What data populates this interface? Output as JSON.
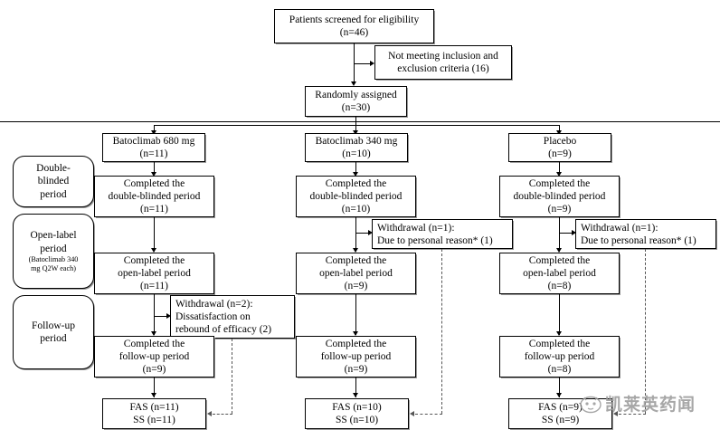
{
  "diagram": {
    "title_flow": "CONSORT participant flow diagram",
    "screening": {
      "lines": [
        "Patients screened for eligibility",
        "(n=46)"
      ]
    },
    "excluded": {
      "lines": [
        "Not meeting inclusion and",
        "exclusion criteria (16)"
      ]
    },
    "randomized": {
      "lines": [
        "Randomly assigned",
        "(n=30)"
      ]
    },
    "periods": [
      {
        "id": "double-blinded",
        "lines": [
          "Double-",
          "blinded",
          "period"
        ],
        "sub": []
      },
      {
        "id": "open-label",
        "lines": [
          "Open-label",
          "period"
        ],
        "sub": [
          "(Batoclimab 340",
          "mg Q2W each)"
        ]
      },
      {
        "id": "follow-up",
        "lines": [
          "Follow-up",
          "period"
        ],
        "sub": []
      }
    ],
    "arms": [
      {
        "id": "batoclimab-680",
        "allocation": {
          "lines": [
            "Batoclimab 680 mg",
            "(n=11)"
          ]
        },
        "double_blinded": {
          "lines": [
            "Completed the",
            "double-blinded period",
            "(n=11)"
          ]
        },
        "open_label": {
          "lines": [
            "Completed the",
            "open-label period",
            "(n=11)"
          ]
        },
        "follow_up": {
          "lines": [
            "Completed the",
            "follow-up period",
            "(n=9)"
          ]
        },
        "analysis": {
          "lines": [
            "FAS (n=11)",
            "SS (n=11)"
          ]
        },
        "withdrawal": {
          "lines": [
            "Withdrawal (n=2):",
            "Dissatisfaction on",
            "rebound of efficacy (2)"
          ]
        }
      },
      {
        "id": "batoclimab-340",
        "allocation": {
          "lines": [
            "Batoclimab 340 mg",
            "(n=10)"
          ]
        },
        "double_blinded": {
          "lines": [
            "Completed the",
            "double-blinded period",
            "(n=10)"
          ]
        },
        "open_label": {
          "lines": [
            "Completed the",
            "open-label period",
            "(n=9)"
          ]
        },
        "follow_up": {
          "lines": [
            "Completed the",
            "follow-up period",
            "(n=9)"
          ]
        },
        "analysis": {
          "lines": [
            "FAS (n=10)",
            "SS (n=10)"
          ]
        },
        "withdrawal": {
          "lines": [
            "Withdrawal (n=1):",
            "Due to personal reason* (1)"
          ]
        }
      },
      {
        "id": "placebo",
        "allocation": {
          "lines": [
            "Placebo",
            "(n=9)"
          ]
        },
        "double_blinded": {
          "lines": [
            "Completed the",
            "double-blinded period",
            "(n=9)"
          ]
        },
        "open_label": {
          "lines": [
            "Completed the",
            "open-label period",
            "(n=8)"
          ]
        },
        "follow_up": {
          "lines": [
            "Completed the",
            "follow-up period",
            "(n=8)"
          ]
        },
        "analysis": {
          "lines": [
            "FAS (n=9)",
            "SS (n=9)"
          ]
        },
        "withdrawal": {
          "lines": [
            "Withdrawal (n=1):",
            "Due to personal reason* (1)"
          ]
        }
      }
    ],
    "watermark": {
      "text": "凯莱英药闻",
      "color": "#9b9b9b"
    }
  }
}
